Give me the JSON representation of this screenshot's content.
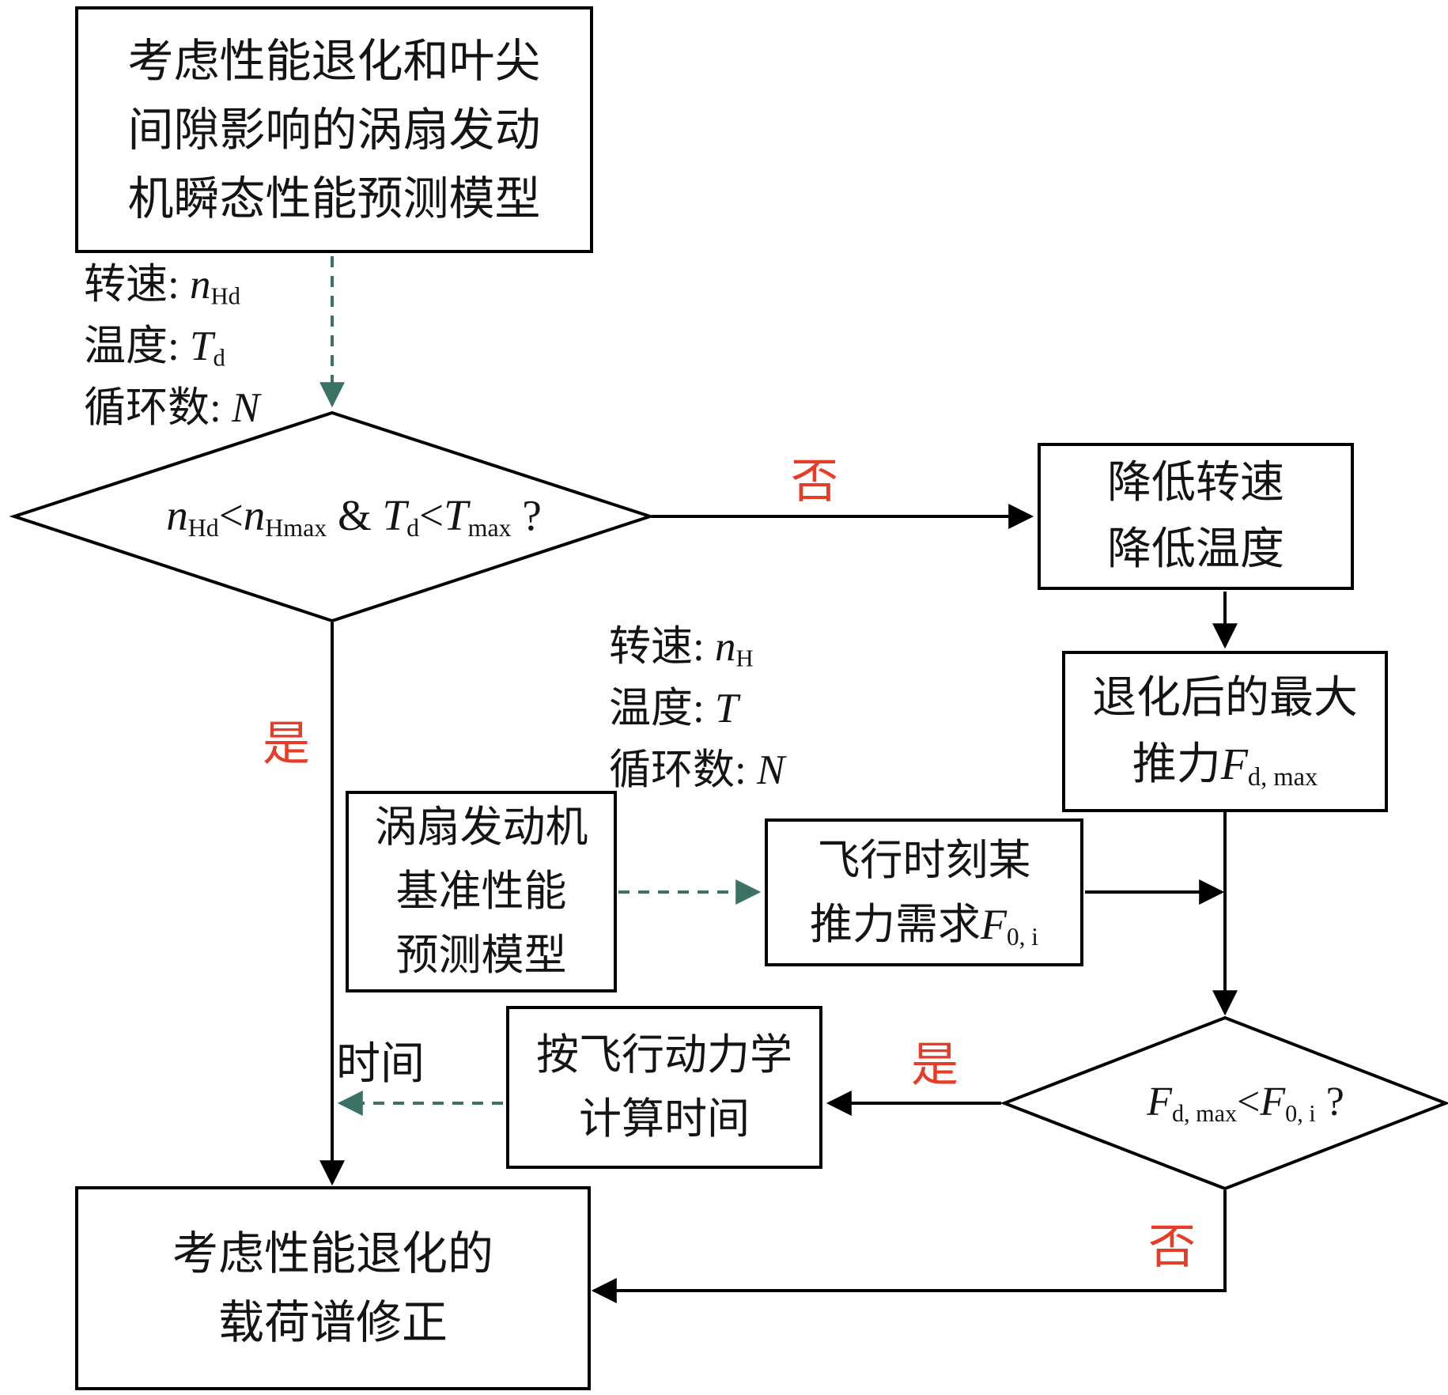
{
  "colors": {
    "line": "#000000",
    "dashed_arrow": "#3c7265",
    "branch_red": "#e53d28",
    "background": "#ffffff",
    "text": "#141414"
  },
  "nodes": {
    "top_model": {
      "l1": "考虑性能退化和叶尖",
      "l2": "间隙影响的涡扇发动",
      "l3": "机瞬态性能预测模型"
    },
    "decision1": {
      "v1": "n",
      "s1": "Hd",
      "t1": "<",
      "v2": "n",
      "s2": "Hmax",
      "t2": " & ",
      "v3": "T",
      "s3": "d",
      "t3": "<",
      "v4": "T",
      "s4": "max",
      "t4": " ?"
    },
    "reduce": {
      "l1": "降低转速",
      "l2": "降低温度"
    },
    "max_thrust": {
      "l1": "退化后的最大",
      "l2_text": "推力",
      "l2_var": "F",
      "l2_sub": "d, max"
    },
    "baseline_model": {
      "l1": "涡扇发动机",
      "l2": "基准性能",
      "l3": "预测模型"
    },
    "thrust_demand": {
      "l1": "飞行时刻某",
      "l2_text": "推力需求",
      "l2_var": "F",
      "l2_sub": "0, i"
    },
    "decision2": {
      "v1": "F",
      "s1": "d, max",
      "t1": "<",
      "v2": "F",
      "s2": "0, i",
      "t2": " ?"
    },
    "flight_dynamics": {
      "l1": "按飞行动力学",
      "l2": "计算时间"
    },
    "load_spectrum": {
      "l1": "考虑性能退化的",
      "l2": "载荷谱修正"
    }
  },
  "annotations": {
    "inputs1": {
      "r1": {
        "t": "转速: ",
        "v": "n",
        "s": "Hd"
      },
      "r2": {
        "t": "温度: ",
        "v": "T",
        "s": "d"
      },
      "r3": {
        "t": "循环数: ",
        "v": "N",
        "s": ""
      }
    },
    "inputs2": {
      "r1": {
        "t": "转速: ",
        "v": "n",
        "s": "H"
      },
      "r2": {
        "t": "温度: ",
        "v": "T",
        "s": ""
      },
      "r3": {
        "t": "循环数: ",
        "v": "N",
        "s": ""
      }
    },
    "time_label": "时间"
  },
  "branch_labels": {
    "no1": "否",
    "yes1": "是",
    "yes2": "是",
    "no2": "否"
  }
}
